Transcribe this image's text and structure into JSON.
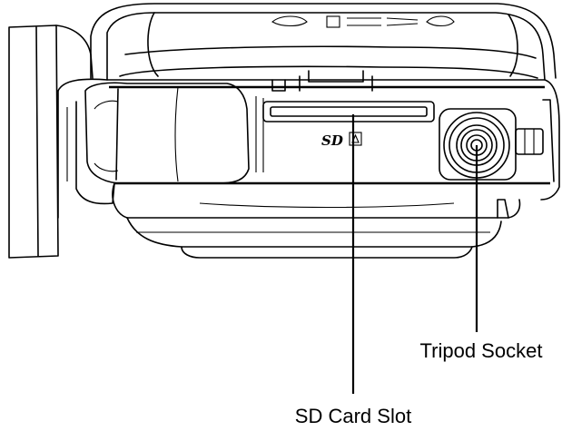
{
  "callouts": {
    "tripod_socket": "Tripod Socket",
    "sd_card_slot": "SD Card Slot"
  },
  "markings": {
    "sd_logo": "SD"
  },
  "colors": {
    "line": "#000000",
    "background": "#ffffff"
  }
}
